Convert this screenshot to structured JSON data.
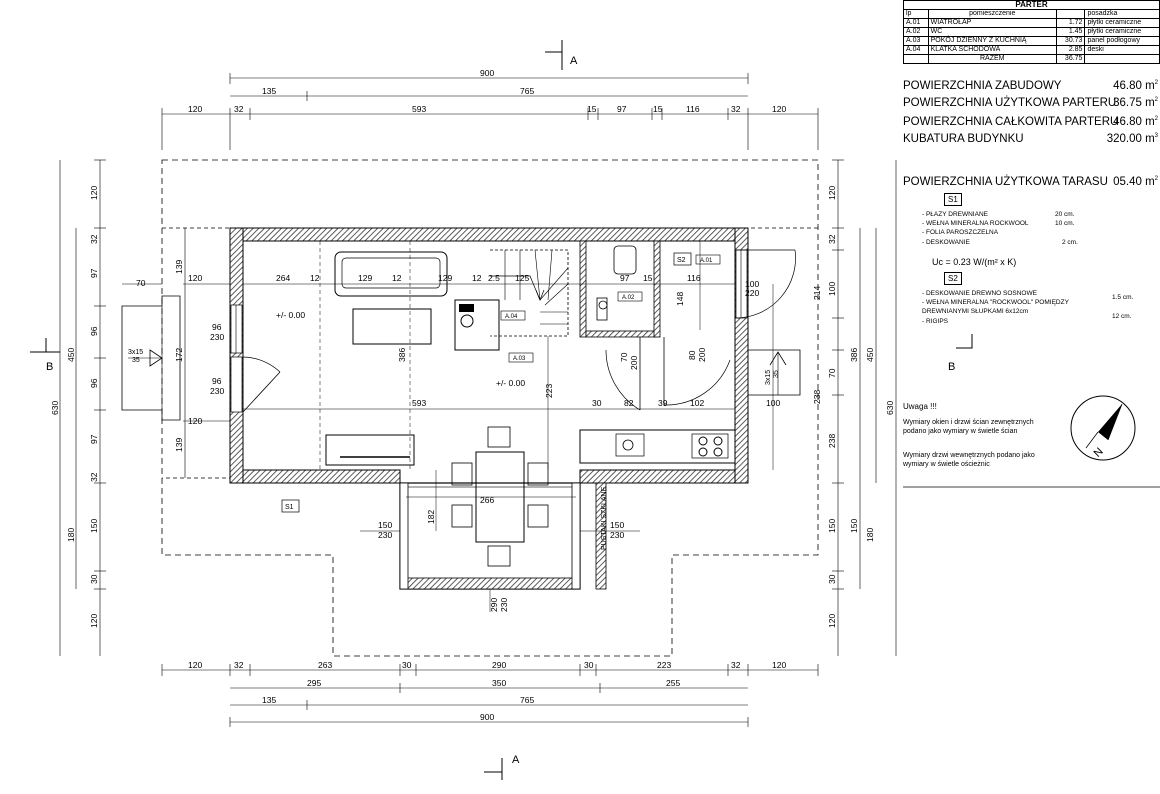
{
  "table": {
    "title": "PARTER",
    "headers": [
      "lp",
      "pomieszczenie",
      "",
      "posadzka"
    ],
    "rows": [
      {
        "lp": "A.01",
        "name": "WIATROŁAP",
        "area": "1.72",
        "floor": "płytki ceramiczne"
      },
      {
        "lp": "A.02",
        "name": "WC",
        "area": "1.45",
        "floor": "płytki ceramiczne"
      },
      {
        "lp": "A.03",
        "name": "POKÓJ DZIENNY Z KUCHNIĄ",
        "area": "30.73",
        "floor": "panel podłogowy"
      },
      {
        "lp": "A.04",
        "name": "KLATKA SCHODOWA",
        "area": "2.85",
        "floor": "deski"
      }
    ],
    "total_label": "RAZEM",
    "total_value": "36.75"
  },
  "stats": [
    {
      "label": "POWIERZCHNIA ZABUDOWY",
      "value": "46.80 m",
      "exp": "2"
    },
    {
      "label": "POWIERZCHNIA UŻYTKOWA PARTERU",
      "value": "36.75 m",
      "exp": "2"
    },
    {
      "label": "POWIERZCHNIA CAŁKOWITA PARTERU",
      "value": "46.80 m",
      "exp": "2"
    },
    {
      "label": "KUBATURA BUDYNKU",
      "value": "320.00 m",
      "exp": "3"
    },
    {
      "label": "POWIERZCHNIA UŻYTKOWA TARASU",
      "value": "05.40 m",
      "exp": "2"
    }
  ],
  "s1": {
    "tag": "S1",
    "items": [
      {
        "text": "- PŁAZY DREWNIANE",
        "value": "20 cm."
      },
      {
        "text": "- WEŁNA MINERALNA ROCKWOOL",
        "value": "10 cm."
      },
      {
        "text": "- FOLIA PAROSZCZELNA",
        "value": ""
      },
      {
        "text": "- DESKOWANIE",
        "value": "2 cm."
      }
    ],
    "uc": "Uc = 0.23 W/(m² x K)"
  },
  "s2": {
    "tag": "S2",
    "items": [
      {
        "text": "- DESKOWANIE DREWNO SOSNOWE",
        "value": "1.5 cm."
      },
      {
        "text": "- WEŁNA MINERALNA \"ROCKWOOL\" POMIĘDZY",
        "value": ""
      },
      {
        "text": "  DREWNIANYMI SŁUPKAMI 6x12cm",
        "value": "12 cm."
      },
      {
        "text": "- RIGIPS",
        "value": ""
      }
    ]
  },
  "section_b": "B",
  "section_a": "A",
  "notes": {
    "title": "Uwaga !!!",
    "note1": "Wymiary okien i drzwi ścian zewnętrznych podano jako wymiary w świetle ścian",
    "note2": "Wymiary drzwi wewnętrznych podano jako wymiary w świetle ościeżnic"
  },
  "north": "N",
  "plan": {
    "top_dims": {
      "total": "900",
      "row2": [
        "135",
        "765"
      ],
      "row3": [
        "120",
        "32",
        "593",
        "15",
        "97",
        "15",
        "116",
        "32",
        "120"
      ]
    },
    "bottom_dims": {
      "row1": [
        "120",
        "32",
        "263",
        "30",
        "290",
        "30",
        "223",
        "32",
        "120"
      ],
      "row2": [
        "295",
        "350",
        "255"
      ],
      "row3": [
        "135",
        "765"
      ],
      "total": "900"
    },
    "left_dims": {
      "outer": "630",
      "inner": "450",
      "mid": "180",
      "segs": [
        "120",
        "32",
        "97",
        "96",
        "96",
        "97",
        "32",
        "150",
        "30"
      ],
      "inner_segs": [
        "139",
        "172",
        "139"
      ]
    },
    "right_dims": {
      "outer": "630",
      "inner": "450",
      "mid": "180",
      "segs": [
        "120",
        "32",
        "100",
        "214",
        "386",
        "70",
        "238",
        "150",
        "30"
      ],
      "inner_segs": [
        "386",
        "150"
      ]
    },
    "labels": {
      "room_a01": "A.01",
      "room_a02": "A.02",
      "room_a03": "A.03",
      "room_a04": "A.04",
      "lvl1": "+/- 0.00",
      "lvl2": "+/- 0.00",
      "s1_tag": "S1",
      "s2_tag": "S2",
      "win_left_top": "96",
      "win_left_top2": "230",
      "win_left_bot": "96",
      "win_left_bot2": "230",
      "win_bay_l": "150",
      "win_bay_l2": "230",
      "win_bay_r": "150",
      "win_bay_r2": "230",
      "win_bay_b": "290",
      "win_bay_b2": "230",
      "door_wc": "70",
      "door_wc2": "200",
      "door_a01": "80",
      "door_a01b": "200",
      "door_ext": "100",
      "door_ext2": "220",
      "glass": "PUSTAKI SZKLANE",
      "stairs_w": "3x15",
      "stairs_w2": "35",
      "stairs_e": "3x15",
      "stairs_e2": "35",
      "d264": "264",
      "d12a": "12",
      "d129a": "129",
      "d12b": "12",
      "d129b": "129",
      "d12c": "12",
      "d25": "2.5",
      "d125": "125",
      "d97": "97",
      "d15": "15",
      "d116": "116",
      "d148": "148",
      "d386": "386",
      "d223": "223",
      "d593": "593",
      "d30": "30",
      "d82": "82",
      "d39": "39",
      "d102": "102",
      "d100": "100",
      "d266": "266",
      "d182": "182",
      "d120a": "120",
      "d70": "70",
      "d120b": "120",
      "d120c": "120"
    }
  }
}
